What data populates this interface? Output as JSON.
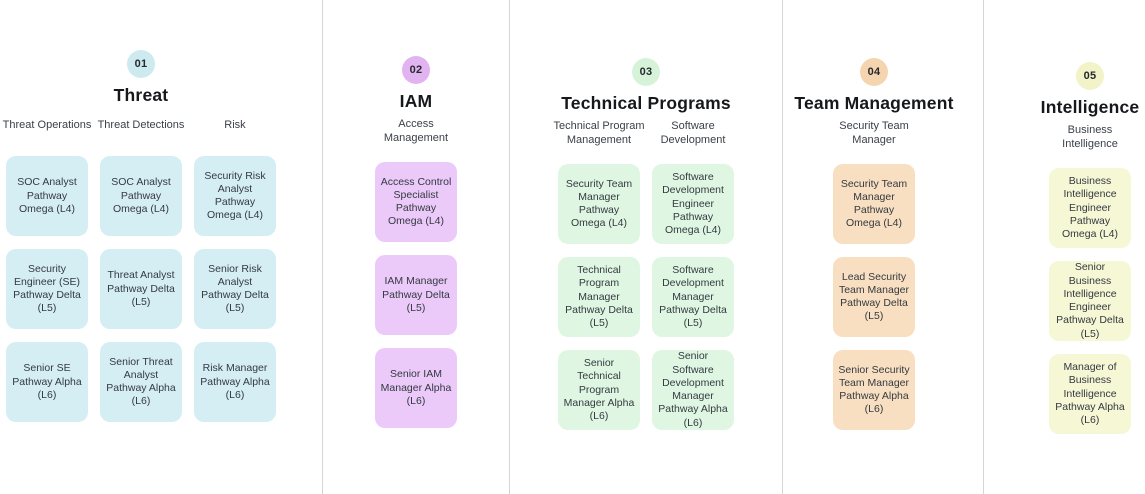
{
  "page": {
    "background": "#ffffff",
    "divider_color": "#d5d5d5"
  },
  "columns": [
    {
      "number": "01",
      "title": "Threat",
      "badge_color": "#cdeaf0",
      "card_color": "#d4eef4",
      "tracks": [
        {
          "label": "Threat Operations",
          "cards": [
            "SOC Analyst Pathway Omega (L4)",
            "Security Engineer (SE) Pathway Delta (L5)",
            "Senior SE Pathway Alpha (L6)"
          ]
        },
        {
          "label": "Threat Detections",
          "cards": [
            "SOC Analyst Pathway Omega (L4)",
            "Threat Analyst Pathway Delta (L5)",
            "Senior Threat Analyst Pathway Alpha (L6)"
          ]
        },
        {
          "label": "Risk",
          "cards": [
            "Security Risk Analyst Pathway Omega (L4)",
            "Senior Risk Analyst Pathway Delta (L5)",
            "Risk Manager Pathway Alpha (L6)"
          ]
        }
      ]
    },
    {
      "number": "02",
      "title": "IAM",
      "badge_color": "#e1b3f1",
      "card_color": "#ebc9f9",
      "tracks": [
        {
          "label": "Access Management",
          "cards": [
            "Access Control Specialist Pathway Omega (L4)",
            "IAM Manager Pathway Delta (L5)",
            "Senior IAM Manager Alpha (L6)"
          ]
        }
      ]
    },
    {
      "number": "03",
      "title": "Technical Programs",
      "badge_color": "#d6f3da",
      "card_color": "#dff7e2",
      "tracks": [
        {
          "label": "Technical Program Management",
          "cards": [
            "Security Team Manager Pathway Omega (L4)",
            "Technical Program Manager Pathway Delta (L5)",
            "Senior Technical Program Manager Alpha (L6)"
          ]
        },
        {
          "label": "Software Development",
          "cards": [
            "Software Development Engineer Pathway Omega (L4)",
            "Software Development Manager Pathway Delta (L5)",
            "Senior Software Development Manager Pathway Alpha (L6)"
          ]
        }
      ]
    },
    {
      "number": "04",
      "title": "Team Management",
      "badge_color": "#f4d5b0",
      "card_color": "#f8dfc1",
      "tracks": [
        {
          "label": "Security Team Manager",
          "cards": [
            "Security Team Manager Pathway Omega (L4)",
            "Lead Security Team Manager Pathway Delta (L5)",
            "Senior Security Team Manager Pathway Alpha (L6)"
          ]
        }
      ]
    },
    {
      "number": "05",
      "title": "Intelligence",
      "badge_color": "#f2f3c8",
      "card_color": "#f6f7d4",
      "tracks": [
        {
          "label": "Business Intelligence",
          "cards": [
            "Business Intelligence Engineer Pathway Omega (L4)",
            "Senior Business Intelligence Engineer Pathway Delta (L5)",
            "Manager of Business Intelligence Pathway Alpha (L6)"
          ]
        }
      ]
    }
  ]
}
